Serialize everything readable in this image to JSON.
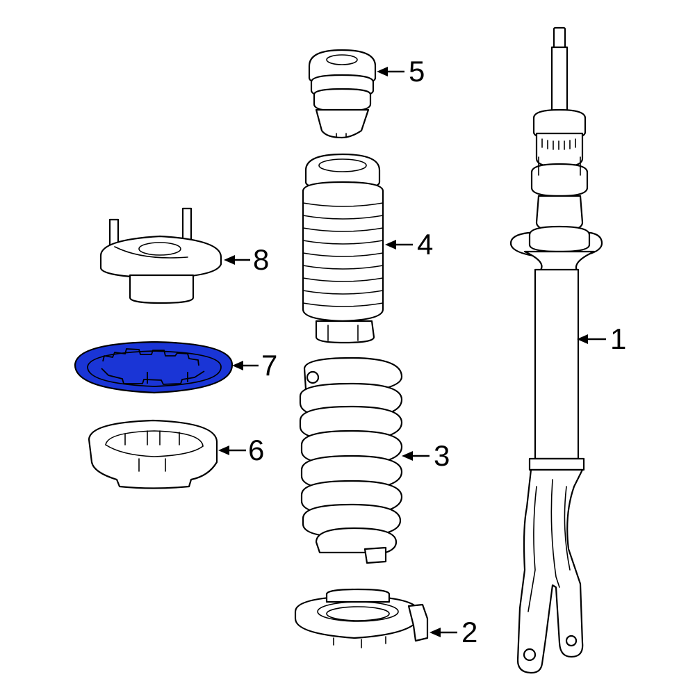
{
  "diagram": {
    "highlight_color": "#1a35d6",
    "line_color": "#000000",
    "background": "#ffffff",
    "highlighted_part": "7",
    "callouts": [
      {
        "id": "1",
        "label": "1",
        "part": "strut-assembly"
      },
      {
        "id": "2",
        "label": "2",
        "part": "lower-spring-seat"
      },
      {
        "id": "3",
        "label": "3",
        "part": "coil-spring"
      },
      {
        "id": "4",
        "label": "4",
        "part": "dust-boot"
      },
      {
        "id": "5",
        "label": "5",
        "part": "bump-stop"
      },
      {
        "id": "6",
        "label": "6",
        "part": "upper-spring-seat"
      },
      {
        "id": "7",
        "label": "7",
        "part": "spring-insulator"
      },
      {
        "id": "8",
        "label": "8",
        "part": "strut-mount"
      }
    ]
  }
}
